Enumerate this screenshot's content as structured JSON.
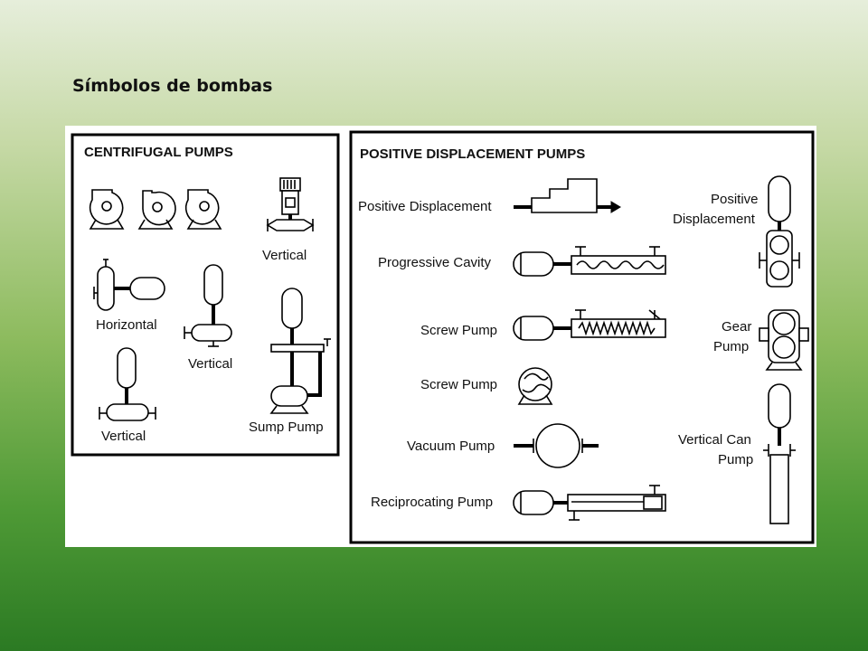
{
  "slide": {
    "title": "Símbolos de bombas"
  },
  "centrifugal": {
    "header": "CENTRIFUGAL PUMPS",
    "labels": {
      "vertical_inline": "Vertical",
      "horizontal": "Horizontal",
      "vertical_mid": "Vertical",
      "vertical_bottom": "Vertical",
      "sump": "Sump Pump"
    }
  },
  "positive_displacement": {
    "header": "POSITIVE DISPLACEMENT PUMPS",
    "left_labels": {
      "positive_displacement": "Positive Displacement",
      "progressive_cavity": "Progressive Cavity",
      "screw_pump_1": "Screw Pump",
      "screw_pump_2": "Screw Pump",
      "vacuum_pump": "Vacuum Pump",
      "reciprocating_pump": "Reciprocating Pump"
    },
    "right_labels": {
      "pd_line1": "Positive",
      "pd_line2": "Displacement",
      "gear_line1": "Gear",
      "gear_line2": "Pump",
      "vcan_line1": "Vertical Can",
      "vcan_line2": "Pump"
    }
  }
}
